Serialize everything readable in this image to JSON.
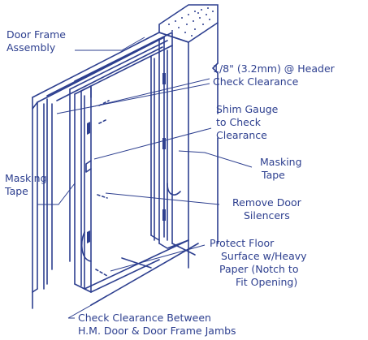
{
  "diagram": {
    "colors": {
      "ink": "#2d3f8f",
      "background": "#ffffff"
    },
    "labels": {
      "door_frame_line1": "Door Frame",
      "door_frame_line2": "Assembly",
      "header_line1": "1/8\" (3.2mm) @ Header",
      "header_line2": "Check Clearance",
      "shim_line1": "Shim Gauge",
      "shim_line2": "to Check",
      "shim_line3": "Clearance",
      "masking_right_line1": "Masking",
      "masking_right_line2": "Tape",
      "masking_left_line1": "Masking",
      "masking_left_line2": "Tape",
      "silencers_line1": "Remove Door",
      "silencers_line2": "Silencers",
      "floor_line1": "Protect Floor",
      "floor_line2": "Surface w/Heavy",
      "floor_line3": "Paper (Notch to",
      "floor_line4": "Fit Opening)",
      "clearance_line1": "Check Clearance Between",
      "clearance_line2": "H.M. Door & Door Frame Jambs"
    }
  }
}
